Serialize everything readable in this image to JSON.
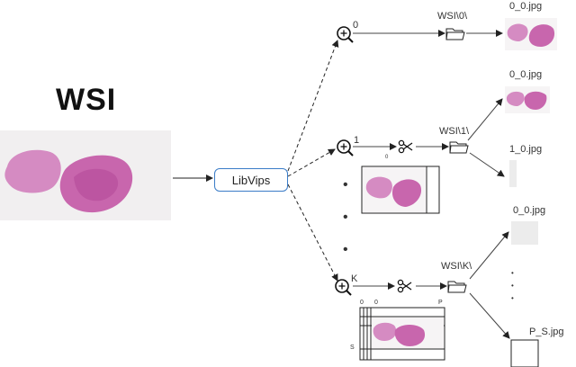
{
  "source": {
    "title": "WSI"
  },
  "process": {
    "tool_label": "LibVips"
  },
  "levels": [
    {
      "index_label": "0",
      "folder_label": "WSI\\0\\"
    },
    {
      "index_label": "1",
      "folder_label": "WSI\\1\\",
      "crop_marks": "0"
    },
    {
      "index_label": "K",
      "folder_label": "WSI\\K\\",
      "grid_top": "0",
      "grid_top2": "0",
      "grid_right": "P",
      "grid_left": "S"
    }
  ],
  "outputs": [
    {
      "filename": "0_0.jpg"
    },
    {
      "filename": "0_0.jpg"
    },
    {
      "filename": "1_0.jpg"
    },
    {
      "filename": "0_0.jpg"
    },
    {
      "filename": "P_S.jpg"
    }
  ],
  "ellipsis": "•"
}
